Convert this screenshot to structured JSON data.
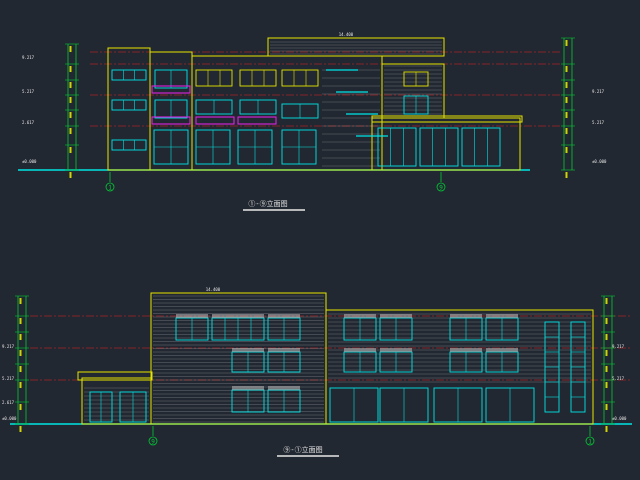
{
  "drawing": {
    "background": "#222831",
    "colors": {
      "outline": "#e6e600",
      "cyan": "#00e5e5",
      "green": "#00cc33",
      "red": "#e02020",
      "magenta": "#e020e0",
      "white": "#e8e8e8",
      "wall": "#c8c8c8"
    },
    "top_elevation": {
      "title": "①-⑨立面图",
      "axis_left": "1",
      "axis_right": "9",
      "left_levels": [
        "9.217",
        "5.217",
        "2.617",
        "±0.000"
      ],
      "right_levels": [
        "9.217",
        "5.217",
        "±0.000"
      ],
      "top_dim": "14.400"
    },
    "bottom_elevation": {
      "title": "⑨-①立面图",
      "axis_left": "9",
      "axis_right": "1",
      "left_levels": [
        "9.217",
        "5.217",
        "2.617",
        "±0.000"
      ],
      "right_levels": [
        "9.217",
        "5.217",
        "±0.000"
      ],
      "top_dim": "14.400"
    }
  }
}
